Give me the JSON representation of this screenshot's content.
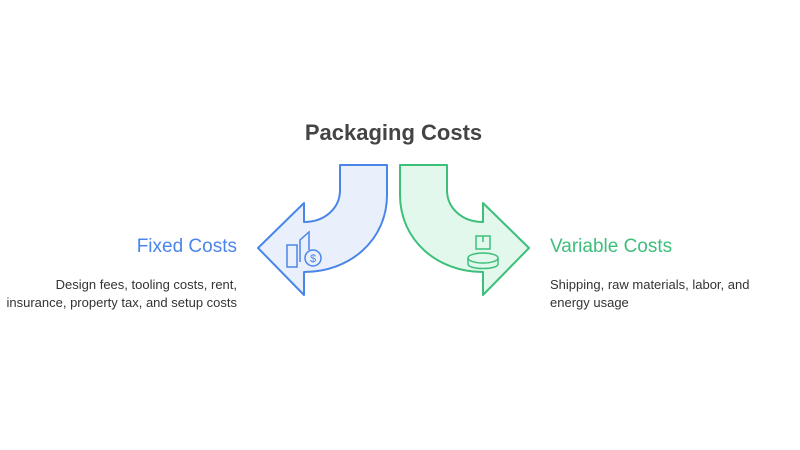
{
  "title": "Packaging Costs",
  "fixed": {
    "heading": "Fixed Costs",
    "description": "Design fees, tooling costs, rent, insurance, property tax, and setup costs",
    "icon": "building-dollar-icon",
    "color": "#4a86e8"
  },
  "variable": {
    "heading": "Variable Costs",
    "description": "Shipping, raw materials, labor, and energy usage",
    "icon": "package-conveyor-icon",
    "color": "#3dbf7a"
  }
}
